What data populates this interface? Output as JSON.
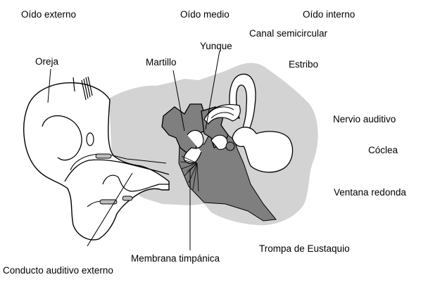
{
  "colors": {
    "background": "#ffffff",
    "skull_gray": "#d3d3d3",
    "middle_ear_gray": "#7f7f7f",
    "outline": "#000000"
  },
  "labels": {
    "oido_externo": "Oído externo",
    "oido_medio": "Oído medio",
    "oido_interno": "Oído interno",
    "canal_semicircular": "Canal semicircular",
    "yunque": "Yunque",
    "oreja": "Oreja",
    "martillo": "Martillo",
    "estribo": "Estribo",
    "nervio_auditivo": "Nervio auditivo",
    "coclea": "Cóclea",
    "ventana_redonda": "Ventana redonda",
    "membrana_timpanica": "Membrana timpánica",
    "trompa_de_eustaquio": "Trompa de Eustaquio",
    "conducto_auditivo_externo": "Conducto auditivo externo"
  }
}
